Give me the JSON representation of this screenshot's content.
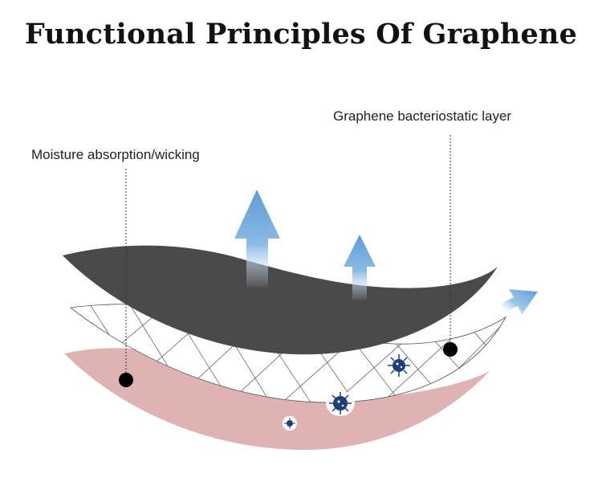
{
  "title": "Functional Principles Of Graphene",
  "labels": {
    "bacteriostatic_layer": "Graphene bacteriostatic layer",
    "moisture": "Moisture absorption/wicking"
  },
  "colors": {
    "top_layer": "#4a4a4a",
    "bottom_layer": "#dfb3b3",
    "arrow": "#6aa3d8",
    "bacteria": "#1e3f78",
    "marker": "#000000"
  },
  "icons": [
    "up-arrow-icon",
    "bacteria-icon",
    "marker-dot"
  ]
}
